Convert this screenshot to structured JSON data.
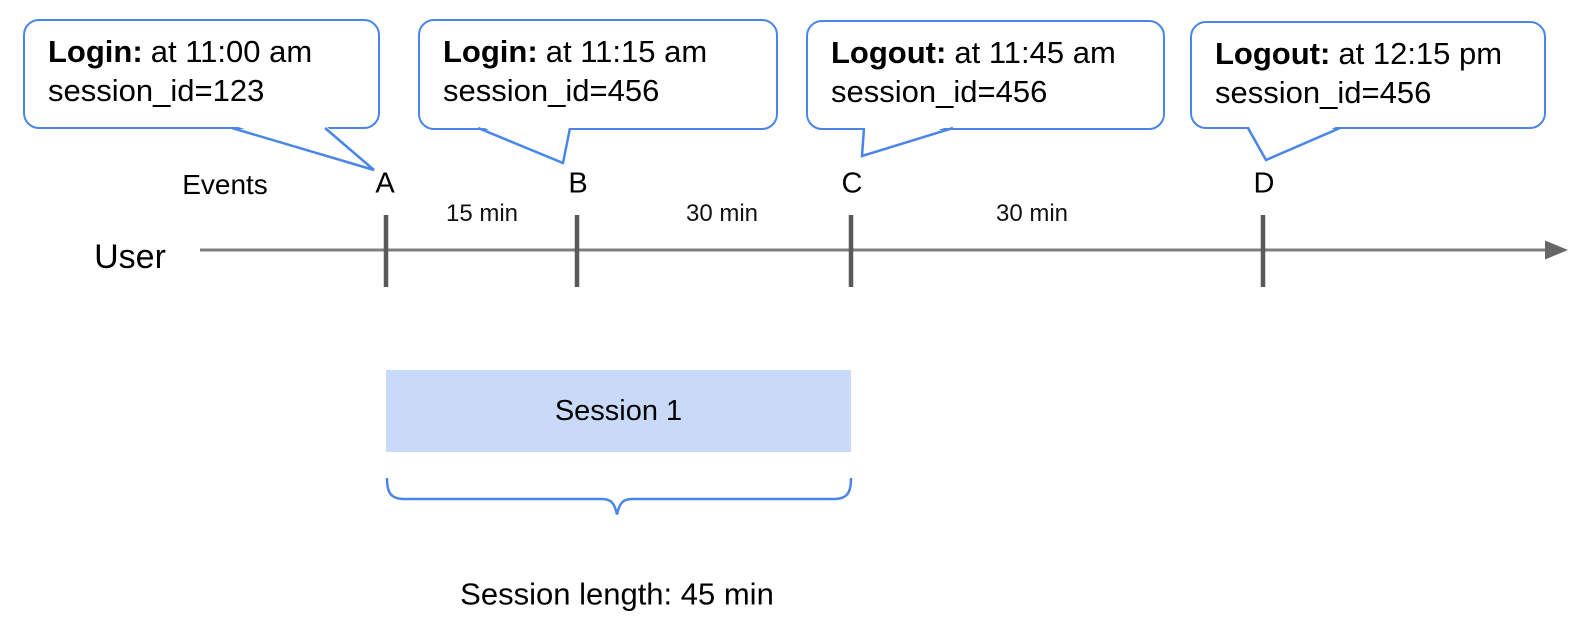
{
  "bubbles": [
    {
      "event": "Login:",
      "time": "at 11:00 am",
      "detail": "session_id=123"
    },
    {
      "event": "Login:",
      "time": "at 11:15 am",
      "detail": "session_id=456"
    },
    {
      "event": "Logout:",
      "time": "at 11:45 am",
      "detail": "session_id=456"
    },
    {
      "event": "Logout:",
      "time": "at 12:15 pm",
      "detail": "session_id=456"
    }
  ],
  "timeline": {
    "events_label": "Events",
    "user_label": "User",
    "markers": [
      "A",
      "B",
      "C",
      "D"
    ],
    "intervals": [
      "15 min",
      "30 min",
      "30 min"
    ]
  },
  "session": {
    "label": "Session 1",
    "length_caption": "Session length: 45 min"
  },
  "colors": {
    "bubble_border": "#4a86e8",
    "session_fill": "#c9daf8",
    "timeline_line": "#7f7f7f",
    "tick": "#595959",
    "arrowhead": "#666666",
    "text": "#000000"
  }
}
